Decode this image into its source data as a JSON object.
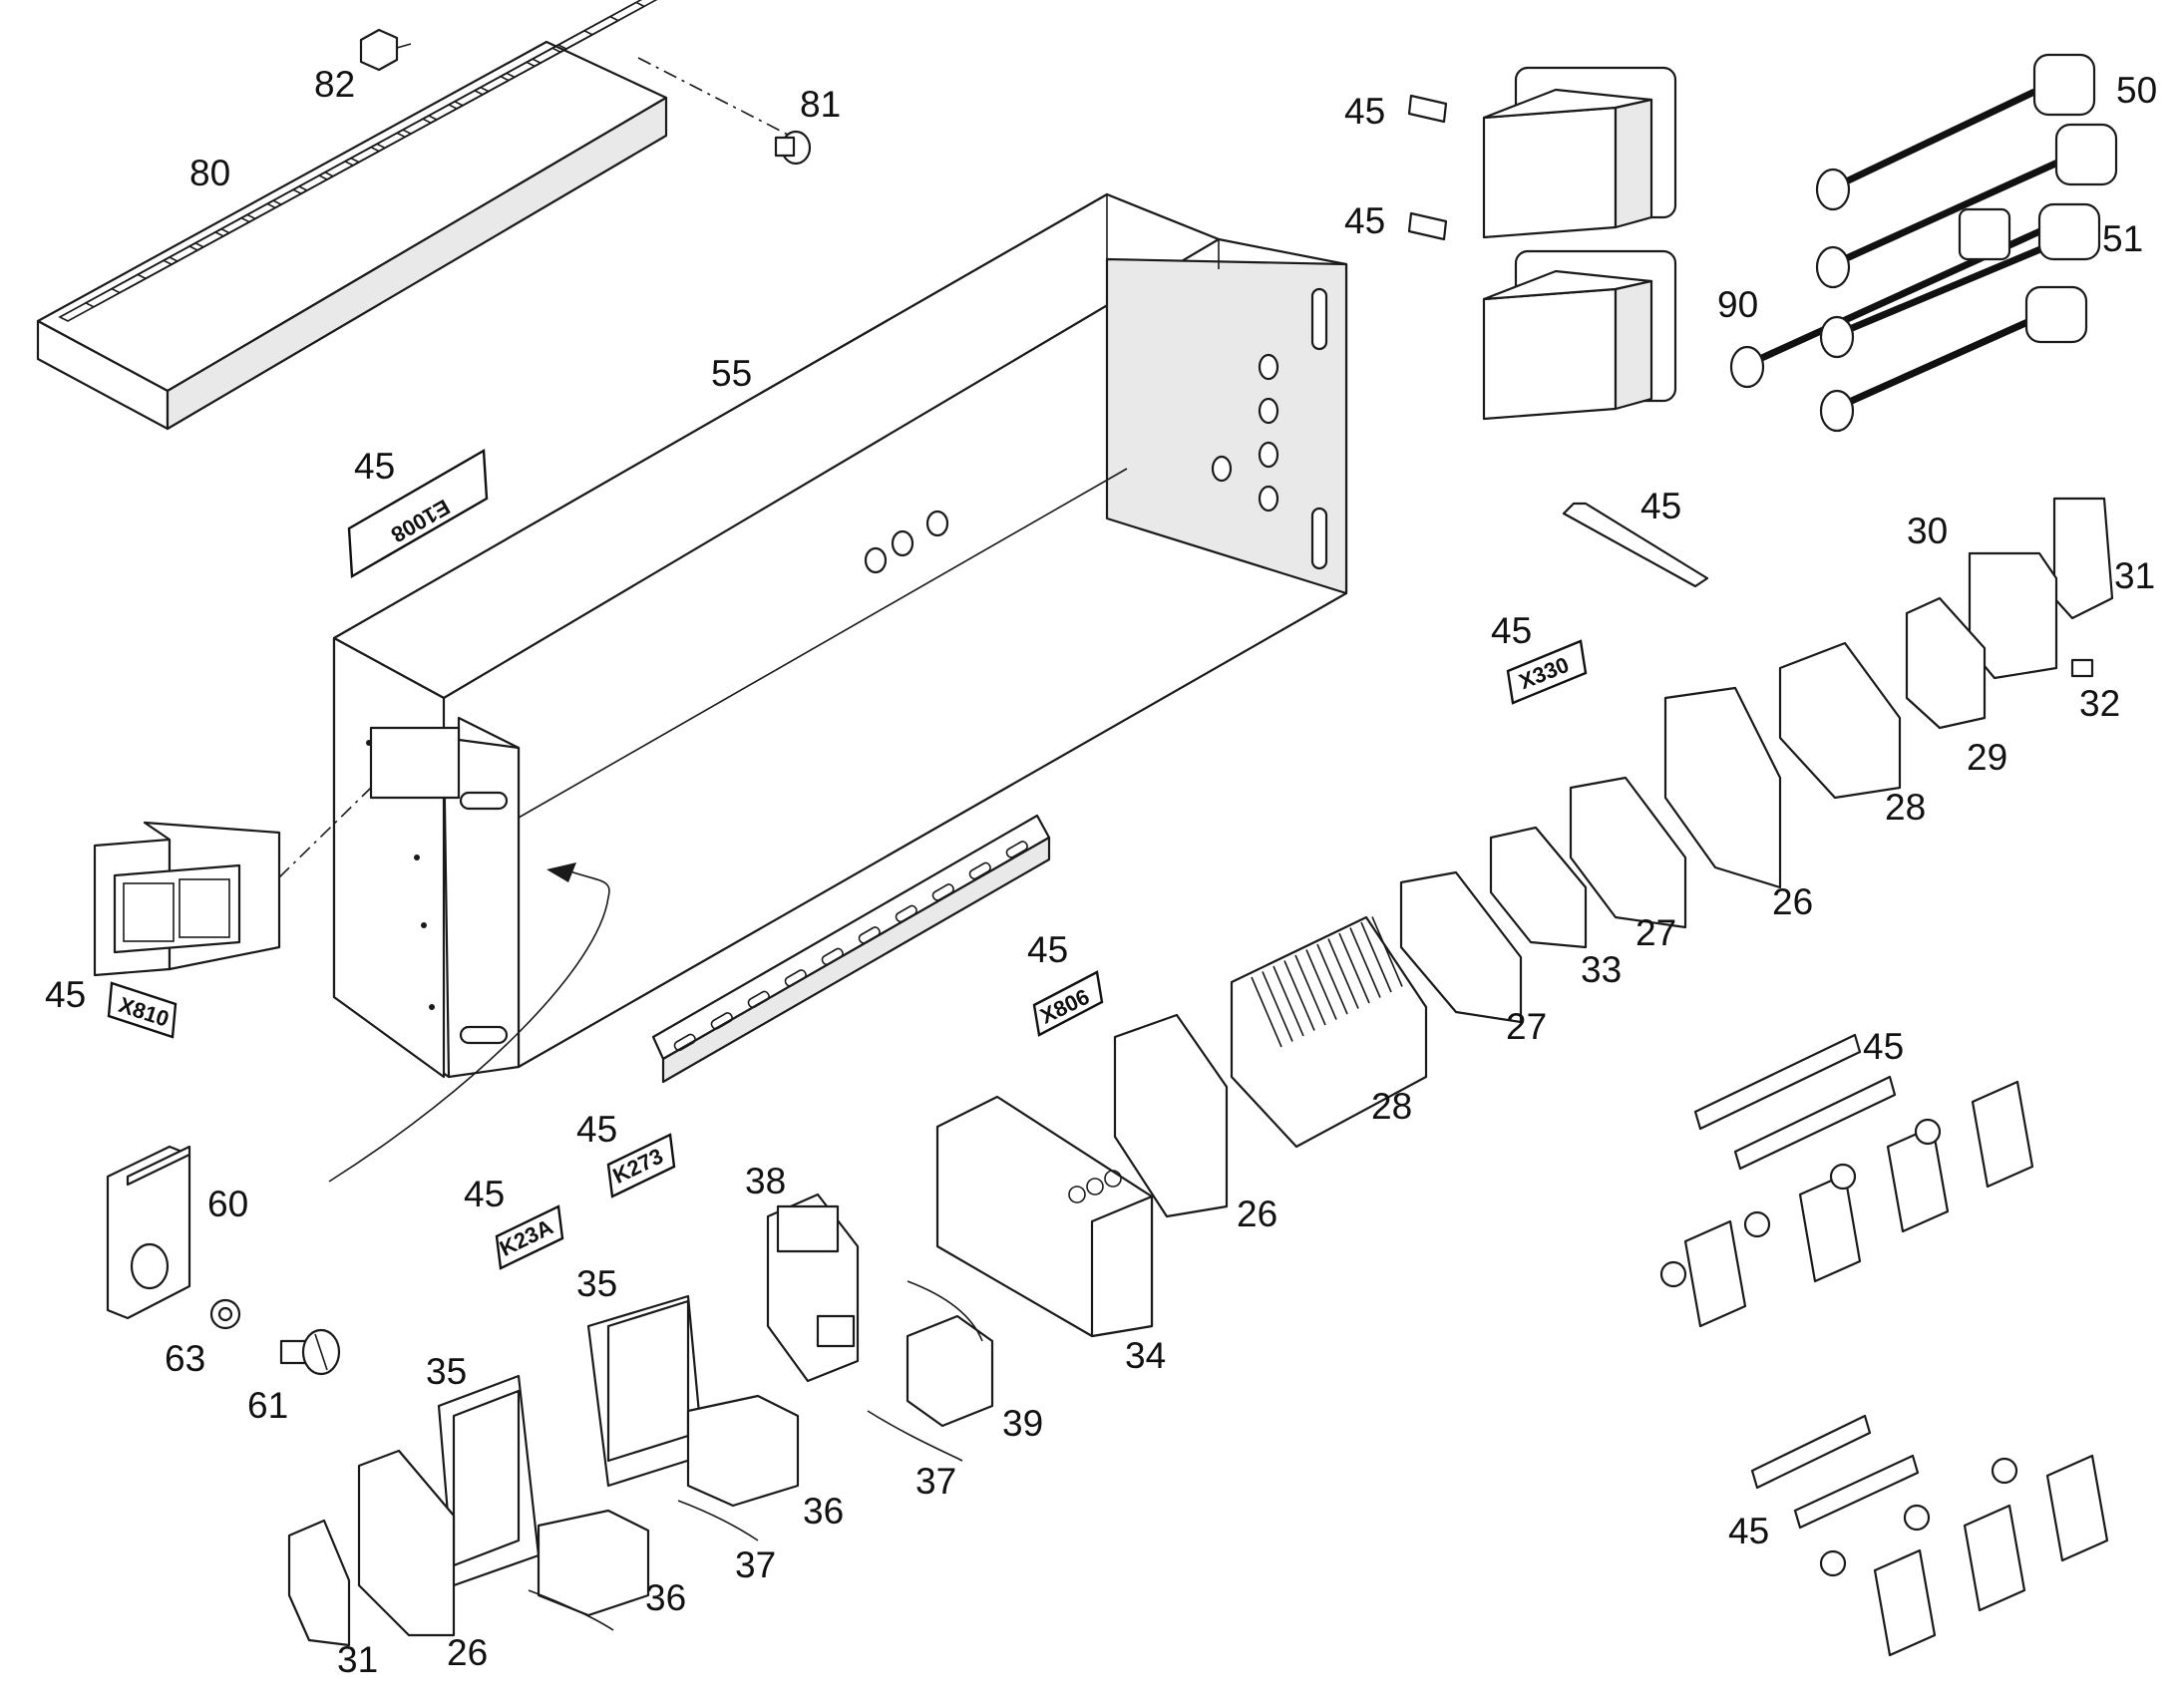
{
  "diagram": {
    "callouts": [
      {
        "id": "c82",
        "text": "82"
      },
      {
        "id": "c81",
        "text": "81"
      },
      {
        "id": "c80",
        "text": "80"
      },
      {
        "id": "c55",
        "text": "55"
      },
      {
        "id": "c45a",
        "text": "45"
      },
      {
        "id": "c45b",
        "text": "45"
      },
      {
        "id": "c45c",
        "text": "45"
      },
      {
        "id": "c45d",
        "text": "45"
      },
      {
        "id": "c45e",
        "text": "45"
      },
      {
        "id": "c45f",
        "text": "45"
      },
      {
        "id": "c45g",
        "text": "45"
      },
      {
        "id": "c45h",
        "text": "45"
      },
      {
        "id": "c45i",
        "text": "45"
      },
      {
        "id": "c45j",
        "text": "45"
      },
      {
        "id": "c45k",
        "text": "45"
      },
      {
        "id": "c50",
        "text": "50"
      },
      {
        "id": "c51",
        "text": "51"
      },
      {
        "id": "c90",
        "text": "90"
      },
      {
        "id": "c30",
        "text": "30"
      },
      {
        "id": "c31a",
        "text": "31"
      },
      {
        "id": "c31b",
        "text": "31"
      },
      {
        "id": "c32",
        "text": "32"
      },
      {
        "id": "c29",
        "text": "29"
      },
      {
        "id": "c28a",
        "text": "28"
      },
      {
        "id": "c28b",
        "text": "28"
      },
      {
        "id": "c26a",
        "text": "26"
      },
      {
        "id": "c26b",
        "text": "26"
      },
      {
        "id": "c26c",
        "text": "26"
      },
      {
        "id": "c27a",
        "text": "27"
      },
      {
        "id": "c27b",
        "text": "27"
      },
      {
        "id": "c33",
        "text": "33"
      },
      {
        "id": "c60",
        "text": "60"
      },
      {
        "id": "c63",
        "text": "63"
      },
      {
        "id": "c61",
        "text": "61"
      },
      {
        "id": "c38",
        "text": "38"
      },
      {
        "id": "c35a",
        "text": "35"
      },
      {
        "id": "c35b",
        "text": "35"
      },
      {
        "id": "c34",
        "text": "34"
      },
      {
        "id": "c39",
        "text": "39"
      },
      {
        "id": "c37a",
        "text": "37"
      },
      {
        "id": "c37b",
        "text": "37"
      },
      {
        "id": "c36a",
        "text": "36"
      },
      {
        "id": "c36b",
        "text": "36"
      }
    ],
    "tags": {
      "e1008": "E1008",
      "x330": "X330",
      "x810": "X810",
      "x806": "X806",
      "k273": "K273",
      "k23a": "K23A"
    }
  }
}
